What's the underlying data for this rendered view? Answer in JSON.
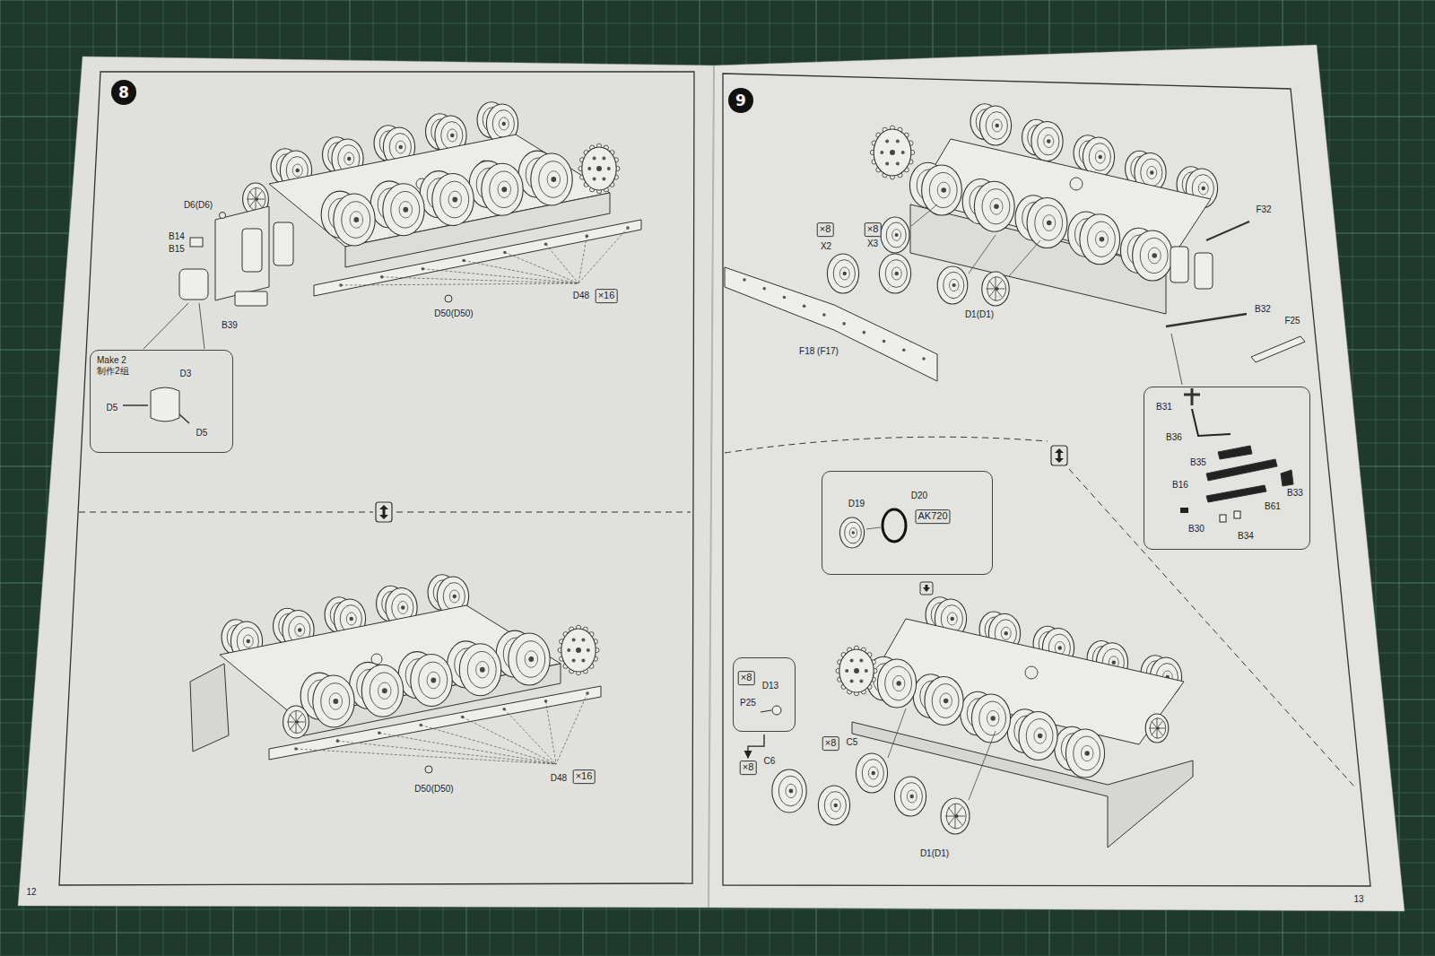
{
  "diagram": {
    "nodes": [
      {
        "text": [
          "8"
        ]
      },
      {
        "text": [
          "Make 2 制作2组",
          "D3",
          "D5",
          "D5"
        ]
      },
      {
        "text": [
          "×16"
        ]
      },
      {
        "text": [
          "×16"
        ]
      },
      {
        "text": [
          "9"
        ]
      },
      {
        "text": [
          "×8"
        ]
      },
      {
        "text": [
          "×8"
        ]
      },
      {
        "text": [
          "B31",
          "B36",
          "B35",
          "B16",
          "B33",
          "B61",
          "B30",
          "B34"
        ]
      },
      {
        "text": [
          "D19",
          "D20"
        ]
      },
      {
        "text": [
          "AK720"
        ],
        "in": 8
      },
      {
        "text": [
          "D13",
          "P25"
        ]
      },
      {
        "text": [
          "×8"
        ],
        "in": 10
      },
      {
        "text": [
          "×8"
        ]
      },
      {
        "text": [
          "×8"
        ]
      }
    ],
    "edges": [
      {
        "from": 10,
        "to": 12,
        "arrow": "to"
      }
    ],
    "labels": [
      "D6(D6)",
      "B14",
      "B15",
      "B39",
      "D50(D50)",
      "D48",
      "D50(D50)",
      "D48",
      "12",
      "X2",
      "X3",
      "F32",
      "B32",
      "F25",
      "D1(D1)",
      "F18 (F17)",
      "C5",
      "C6",
      "D1(D1)",
      "13"
    ]
  }
}
